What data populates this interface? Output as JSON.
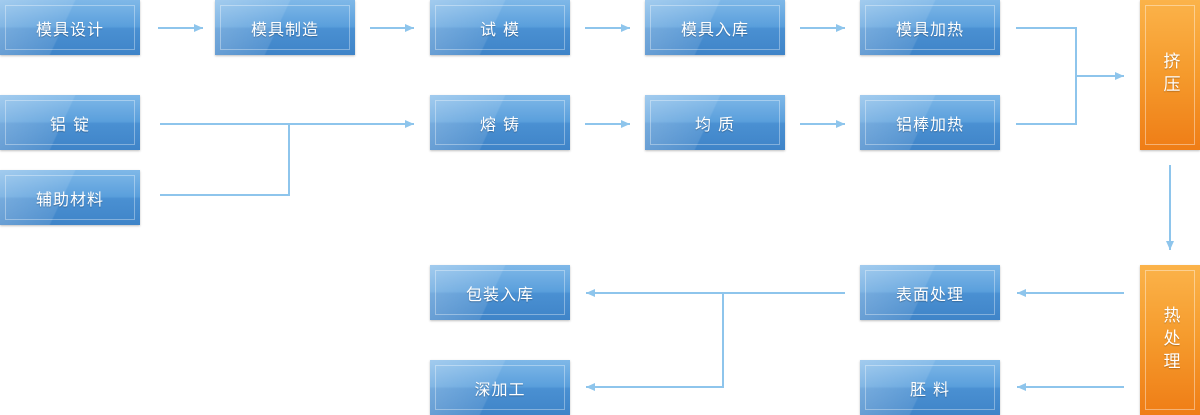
{
  "diagram": {
    "nodes": {
      "mold_design": "模具设计",
      "mold_making": "模具制造",
      "trial_mold": "试 模",
      "mold_storage": "模具入库",
      "mold_heating": "模具加热",
      "aluminum_ingot": "铝 锭",
      "auxiliary_materials": "辅助材料",
      "casting": "熔 铸",
      "homogenizing": "均 质",
      "rod_heating": "铝棒加热",
      "extrusion": "挤压",
      "heat_treatment": "热处理",
      "surface_treatment": "表面处理",
      "blank_material": "胚 料",
      "packing_storage": "包装入库",
      "deep_processing": "深加工"
    },
    "colors": {
      "box_blue": "#4a90d2",
      "box_orange": "#f28a22",
      "connector": "#8ec5ec"
    }
  }
}
